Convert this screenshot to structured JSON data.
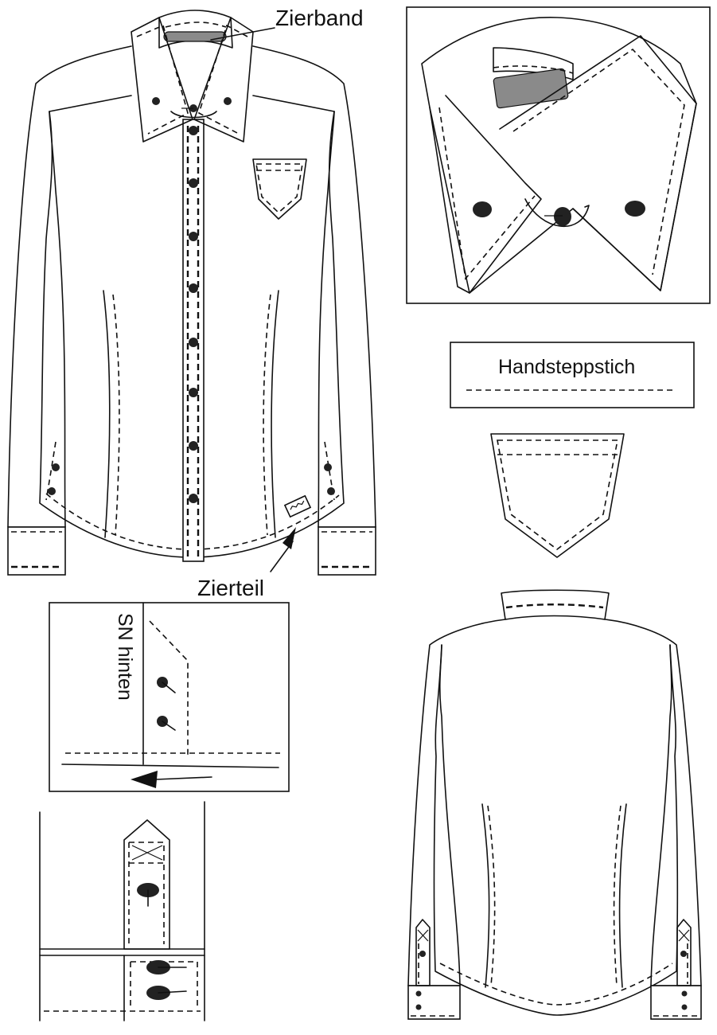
{
  "labels": {
    "zierband": "Zierband",
    "zierteil": "Zierteil",
    "handsteppstich": "Handsteppstich",
    "sn_hinten": "SN hinten"
  },
  "colors": {
    "line": "#111111",
    "band_fill": "#8a8a8a",
    "button": "#222222",
    "paper": "#ffffff"
  }
}
